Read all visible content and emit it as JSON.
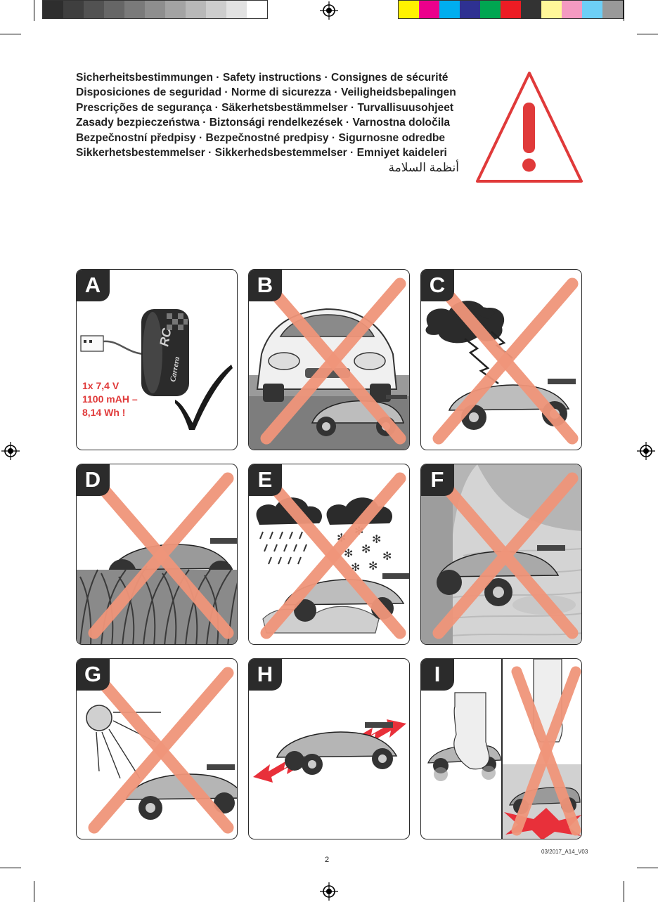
{
  "print_marks": {
    "grey_swatches": [
      "#2e2e2e",
      "#3f3f3f",
      "#525252",
      "#666666",
      "#7a7a7a",
      "#8e8e8e",
      "#a3a3a3",
      "#b8b8b8",
      "#cdcdcd",
      "#e2e2e2",
      "#ffffff"
    ],
    "color_swatches": [
      "#fff200",
      "#ec008c",
      "#00aeef",
      "#2e3192",
      "#00a651",
      "#ed1c24",
      "#333333",
      "#fff799",
      "#f49ac1",
      "#6dcff6",
      "#999999"
    ]
  },
  "header": {
    "lines": [
      "Sicherheitsbestimmungen · Safety instructions · Consignes de sécurité",
      "Disposiciones de seguridad · Norme di sicurezza · Veiligheidsbepalingen",
      "Prescrições de segurança · Säkerhetsbestämmelser · Turvallisuusohjeet",
      "Zasady bezpieczeństwa · Biztonsági rendelkezések · Varnostna določila",
      "Bezpečnostní předpisy · Bezpečnostné predpisy · Sigurnosne odredbe",
      "Sikkerhetsbestemmelser · Sikkerhedsbestemmelser · Emniyet kaideleri"
    ],
    "arabic_line": "أنظمة السلامة",
    "warning_icon": "warning-triangle-icon",
    "warning_color": "#e03a3a"
  },
  "panels": [
    {
      "letter": "A",
      "allowed": true,
      "battery_lines": [
        "1x 7,4 V",
        "1100 mAH –",
        "8,14 Wh !"
      ],
      "battery_brand": "Carrera",
      "battery_logo": "RC"
    },
    {
      "letter": "B",
      "allowed": false
    },
    {
      "letter": "C",
      "allowed": false
    },
    {
      "letter": "D",
      "allowed": false
    },
    {
      "letter": "E",
      "allowed": false
    },
    {
      "letter": "F",
      "allowed": false
    },
    {
      "letter": "G",
      "allowed": false
    },
    {
      "letter": "H",
      "allowed": true
    },
    {
      "letter": "I",
      "allowed": true
    }
  ],
  "colors": {
    "cross": "#f0957a",
    "arrow_red": "#e8303a",
    "check": "#1a1a1a"
  },
  "footer": {
    "code": "03/2017_A14_V03",
    "page_number": "2"
  }
}
